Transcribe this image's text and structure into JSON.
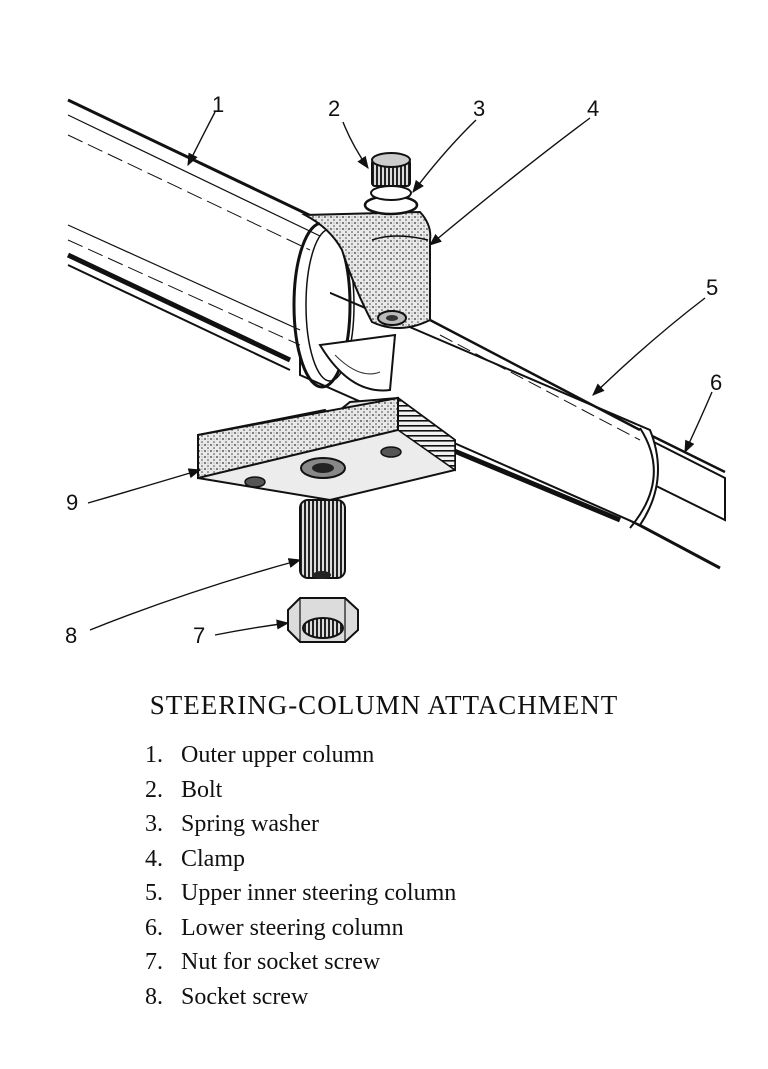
{
  "diagram": {
    "title": "STEERING-COLUMN ATTACHMENT",
    "callouts": [
      "1",
      "2",
      "3",
      "4",
      "5",
      "6",
      "7",
      "8",
      "9"
    ],
    "legend": [
      {
        "num": "1.",
        "label": "Outer upper column"
      },
      {
        "num": "2.",
        "label": "Bolt"
      },
      {
        "num": "3.",
        "label": "Spring washer"
      },
      {
        "num": "4.",
        "label": "Clamp"
      },
      {
        "num": "5.",
        "label": "Upper inner steering column"
      },
      {
        "num": "6.",
        "label": "Lower steering column"
      },
      {
        "num": "7.",
        "label": "Nut for socket screw"
      },
      {
        "num": "8.",
        "label": "Socket screw"
      }
    ]
  }
}
